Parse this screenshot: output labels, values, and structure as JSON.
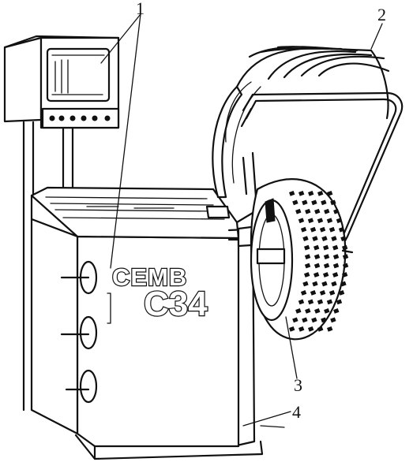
{
  "callouts": {
    "one": "1",
    "two": "2",
    "three": "3",
    "four": "4"
  },
  "machine": {
    "brand": "CEMB",
    "model": "C34"
  },
  "colors": {
    "ink": "#111111",
    "paper": "#ffffff"
  }
}
